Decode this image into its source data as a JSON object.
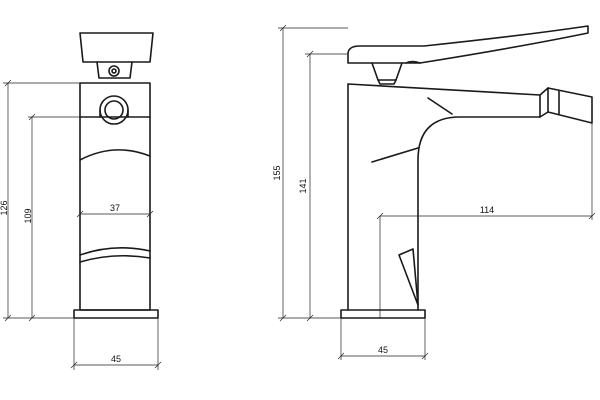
{
  "front_view": {
    "dim_total_height": "126",
    "dim_spout_height": "109",
    "dim_body_width": "37",
    "dim_base_width": "45"
  },
  "side_view": {
    "dim_total_height": "155",
    "dim_lever_height": "141",
    "dim_projection": "114",
    "dim_base_width": "45"
  },
  "colors": {
    "line": "#1a1a1a",
    "background": "#ffffff"
  }
}
